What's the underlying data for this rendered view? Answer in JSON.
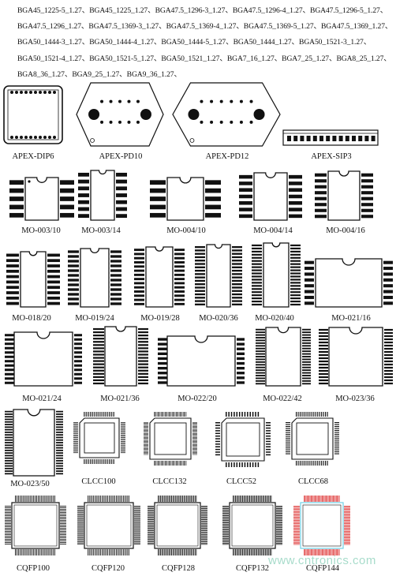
{
  "intro_text": "BGA45_1225-5_1.27、BGA45_1225_1.27、BGA47.5_1296-3_1.27、BGA47.5_1296-4_1.27、BGA47.5_1296-5_1.27、BGA47.5_1296_1.27、BGA47.5_1369-3_1.27、BGA47.5_1369-4_1.27、BGA47.5_1369-5_1.27、BGA47.5_1369_1.27、BGA50_1444-3_1.27、BGA50_1444-4_1.27、BGA50_1444-5_1.27、BGA50_1444_1.27、BGA50_1521-3_1.27、BGA50_1521-4_1.27、BGA50_1521-5_1.27、BGA50_1521_1.27、BGA7_16_1.27、BGA7_25_1.27、BGA8_25_1.27、BGA8_36_1.27、BGA9_25_1.27、BGA9_36_1.27、",
  "packages": [
    {
      "label": "APEX-DIP6",
      "kind": "dip6"
    },
    {
      "label": "APEX-PD10",
      "kind": "pd10"
    },
    {
      "label": "APEX-PD12",
      "kind": "pd12"
    },
    {
      "label": "APEX-SIP3",
      "kind": "sip3"
    },
    {
      "label": "MO-003/10",
      "kind": "so"
    },
    {
      "label": "MO-003/14",
      "kind": "so"
    },
    {
      "label": "MO-004/10",
      "kind": "so"
    },
    {
      "label": "MO-004/14",
      "kind": "so"
    },
    {
      "label": "MO-004/16",
      "kind": "so"
    },
    {
      "label": "MO-018/20",
      "kind": "so"
    },
    {
      "label": "MO-019/24",
      "kind": "so"
    },
    {
      "label": "MO-019/28",
      "kind": "so"
    },
    {
      "label": "MO-020/36",
      "kind": "so"
    },
    {
      "label": "MO-020/40",
      "kind": "so"
    },
    {
      "label": "MO-021/16",
      "kind": "so"
    },
    {
      "label": "MO-021/24",
      "kind": "so"
    },
    {
      "label": "MO-021/36",
      "kind": "so"
    },
    {
      "label": "MO-022/20",
      "kind": "so"
    },
    {
      "label": "MO-022/42",
      "kind": "so"
    },
    {
      "label": "MO-023/36",
      "kind": "so"
    },
    {
      "label": "MO-023/50",
      "kind": "so"
    },
    {
      "label": "CLCC100",
      "kind": "clcc"
    },
    {
      "label": "CLCC132",
      "kind": "clcc"
    },
    {
      "label": "CLCC52",
      "kind": "clcc"
    },
    {
      "label": "CLCC68",
      "kind": "clcc"
    },
    {
      "label": "CQFP100",
      "kind": "qfp"
    },
    {
      "label": "CQFP120",
      "kind": "qfp"
    },
    {
      "label": "CQFP128",
      "kind": "qfp"
    },
    {
      "label": "CQFP132",
      "kind": "qfp"
    },
    {
      "label": "CQFP144",
      "kind": "qfp",
      "highlight": "#e04040"
    }
  ],
  "watermark": "www.cntronics.com"
}
